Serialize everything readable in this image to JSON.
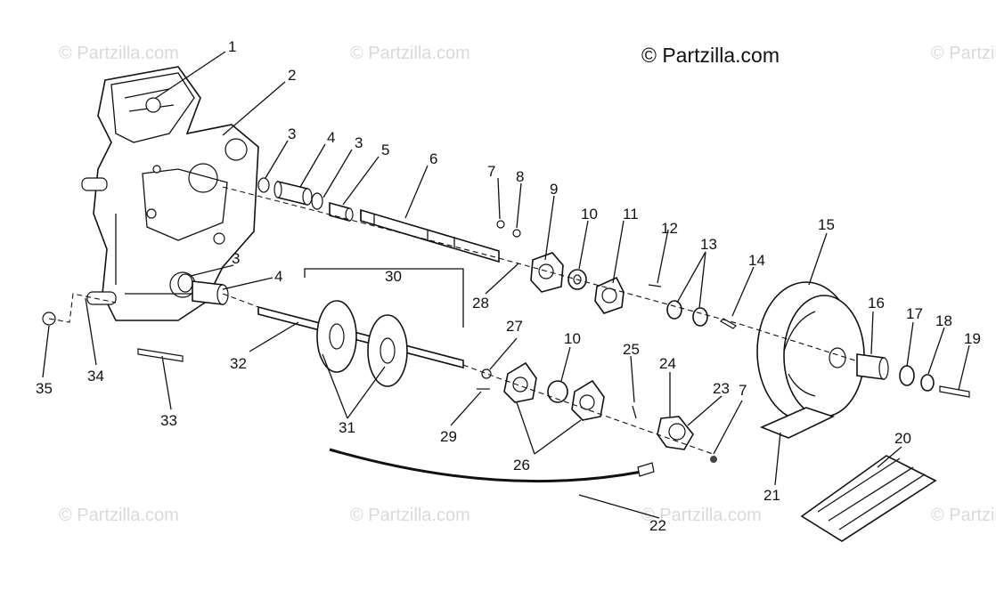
{
  "watermark": "© Partzilla.com",
  "brand": "© Partzilla.com",
  "callouts": [
    "1",
    "2",
    "3",
    "4",
    "3",
    "5",
    "6",
    "7",
    "8",
    "9",
    "10",
    "11",
    "12",
    "13",
    "14",
    "15",
    "16",
    "17",
    "18",
    "19",
    "3",
    "4",
    "30",
    "28",
    "27",
    "10",
    "25",
    "24",
    "23",
    "7",
    "32",
    "31",
    "29",
    "26",
    "35",
    "34",
    "33",
    "22",
    "21",
    "20"
  ]
}
